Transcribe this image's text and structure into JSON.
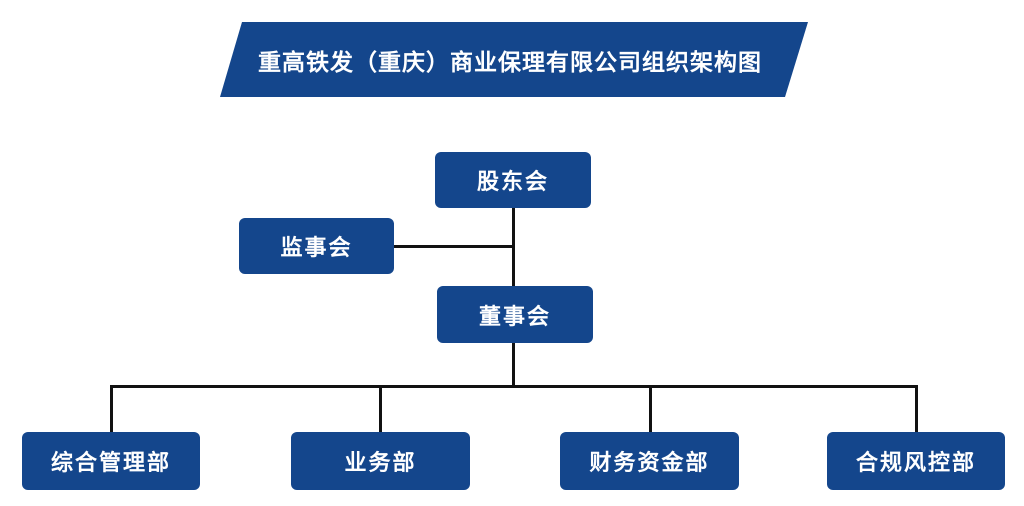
{
  "title": {
    "text": "重高铁发（重庆）商业保理有限公司组织架构图"
  },
  "nodes": {
    "shareholders_meeting": {
      "label": "股东会"
    },
    "supervisory_board": {
      "label": "监事会"
    },
    "board_of_directors": {
      "label": "董事会"
    },
    "general_admin_dept": {
      "label": "综合管理部"
    },
    "business_dept": {
      "label": "业务部"
    },
    "finance_treasury_dept": {
      "label": "财务资金部"
    },
    "compliance_risk_dept": {
      "label": "合规风控部"
    }
  },
  "edges": [
    {
      "from": "股东会",
      "to": "董事会",
      "type": "vertical"
    },
    {
      "from": "监事会",
      "to": "董事会",
      "type": "lateral"
    },
    {
      "from": "董事会",
      "to": "综合管理部",
      "type": "branch"
    },
    {
      "from": "董事会",
      "to": "业务部",
      "type": "branch"
    },
    {
      "from": "董事会",
      "to": "财务资金部",
      "type": "branch"
    },
    {
      "from": "董事会",
      "to": "合规风控部",
      "type": "branch"
    }
  ],
  "colors": {
    "node_fill": "#14468C",
    "node_text": "#FFFFFF",
    "connector": "#111111",
    "background": "#FFFFFF"
  }
}
